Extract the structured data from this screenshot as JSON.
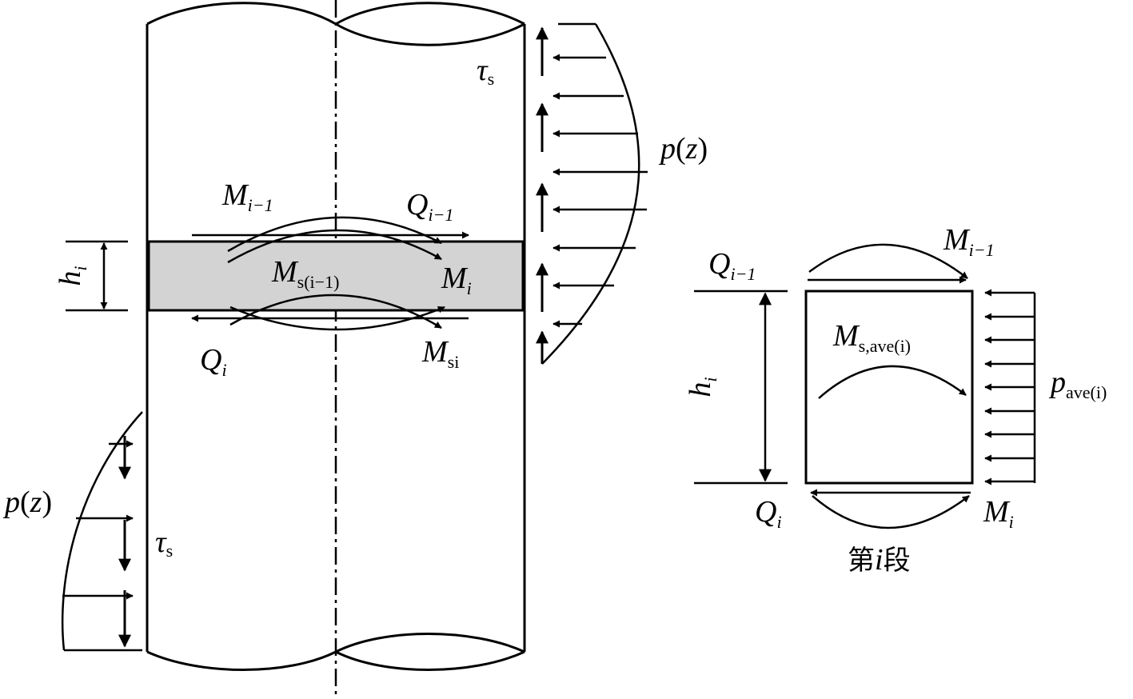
{
  "colors": {
    "stroke": "#000000",
    "segment_fill": "#d3d3d3",
    "background": "#ffffff"
  },
  "labels": {
    "tau_s_top": {
      "sym": "τ",
      "sub": "s"
    },
    "p_z_right": {
      "p": "p",
      "open": "(",
      "z": "z",
      "close": ")"
    },
    "M_i_minus_1": {
      "sym": "M",
      "sub": "i−1"
    },
    "Q_i_minus_1": {
      "sym": "Q",
      "sub": "i−1"
    },
    "h_i_left": {
      "sym": "h",
      "sub": "i"
    },
    "M_s_i_minus_1": {
      "sym": "M",
      "sub": "s(i−1)"
    },
    "M_i": {
      "sym": "M",
      "sub": "i"
    },
    "Q_i": {
      "sym": "Q",
      "sub": "i"
    },
    "M_si": {
      "sym": "M",
      "sub": "si"
    },
    "p_z_left": {
      "p": "p",
      "open": "(",
      "z": "z",
      "close": ")"
    },
    "tau_s_left": {
      "sym": "τ",
      "sub": "s"
    },
    "seg_Q_i_minus_1": {
      "sym": "Q",
      "sub": "i−1"
    },
    "seg_M_i_minus_1": {
      "sym": "M",
      "sub": "i−1"
    },
    "seg_h_i": {
      "sym": "h",
      "sub": "i"
    },
    "seg_M_s_ave": {
      "sym": "M",
      "sub": "s,ave(i)"
    },
    "seg_p_ave": {
      "sym": "p",
      "sub": "ave(i)"
    },
    "seg_Q_i": {
      "sym": "Q",
      "sub": "i"
    },
    "seg_M_i": {
      "sym": "M",
      "sub": "i"
    },
    "seg_caption": {
      "pre": "第",
      "i": "i",
      "post": "段"
    }
  }
}
